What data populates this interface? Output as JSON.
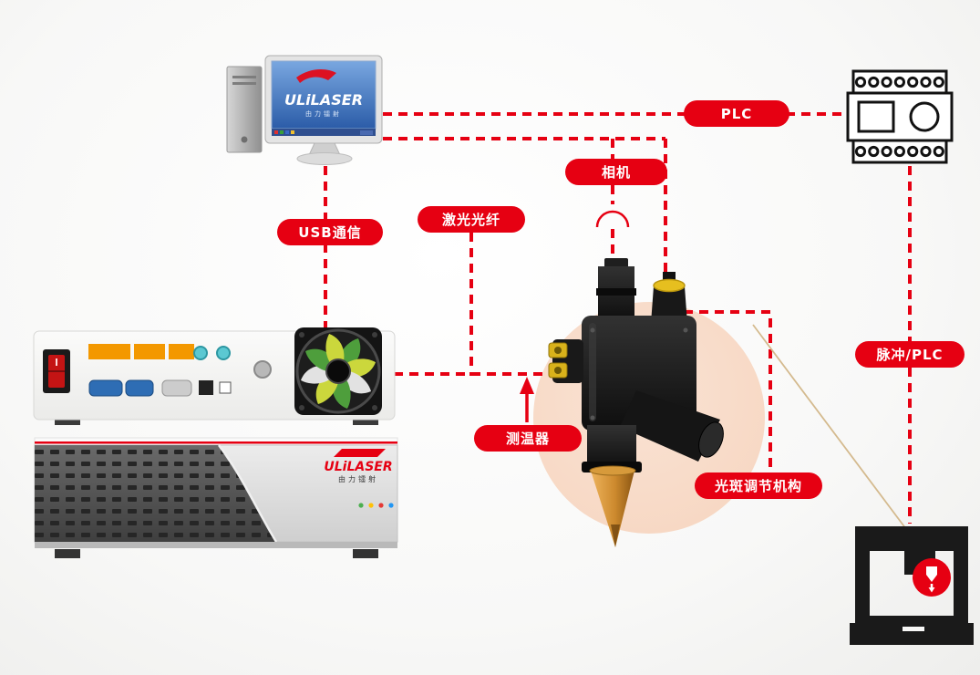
{
  "diagram": {
    "connectors": {
      "plc": "PLC",
      "camera": "相机",
      "usb": "USB通信",
      "fiber": "激光光纤",
      "thermometer": "测温器",
      "spot_adjust": "光斑调节机构",
      "pulse_plc": "脉冲/PLC"
    },
    "computer": {
      "brand": "ULiLASER",
      "brand_sub": "由力镭射"
    },
    "laser_source": {
      "brand": "ULiLASER",
      "brand_sub": "由力镭射"
    },
    "colors": {
      "accent_red": "#e60012",
      "halo_peach": "#f7d8c4",
      "beam_tan": "#d4ba8e",
      "cone_copper": "#cd8a2e"
    }
  }
}
